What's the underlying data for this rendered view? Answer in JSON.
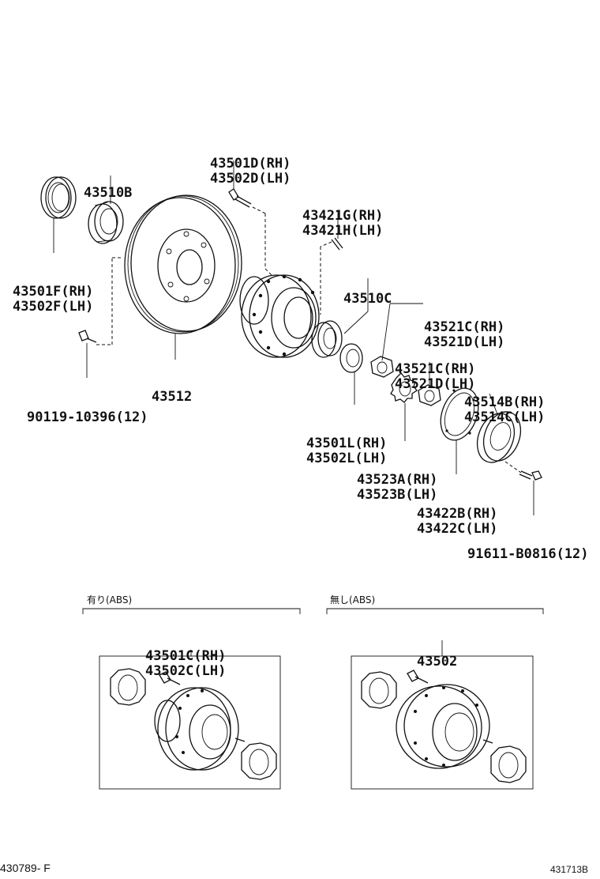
{
  "labels": {
    "seal_front": [
      "43501F(RH)",
      "43502F(LH)"
    ],
    "bearing_inner": [
      "43510B"
    ],
    "hub_bolt": [
      "43501D(RH)",
      "43502D(LH)"
    ],
    "pin": [
      "43421G(RH)",
      "43421H(LH)"
    ],
    "bearing_outer": [
      "43510C"
    ],
    "nut_a": [
      "43521C(RH)",
      "43521D(LH)"
    ],
    "nut_b": [
      "43521C(RH)",
      "43521D(LH)"
    ],
    "cap": [
      "43514B(RH)",
      "43514C(LH)"
    ],
    "disc": [
      "43512"
    ],
    "disc_bolt": [
      "90119-10396(12)"
    ],
    "washer": [
      "43501L(RH)",
      "43502L(LH)"
    ],
    "lock_washer": [
      "43523A(RH)",
      "43523B(LH)"
    ],
    "gasket": [
      "43422B(RH)",
      "43422C(LH)"
    ],
    "cap_bolt": [
      "91611-B0816(12)"
    ]
  },
  "variants": {
    "with_abs": {
      "title": "有り(ABS)",
      "parts": [
        "43501C(RH)",
        "43502C(LH)"
      ]
    },
    "without_abs": {
      "title": "無し(ABS)",
      "parts": [
        "43502"
      ]
    }
  },
  "footer": {
    "left": "430789- F",
    "right": "431713B"
  }
}
